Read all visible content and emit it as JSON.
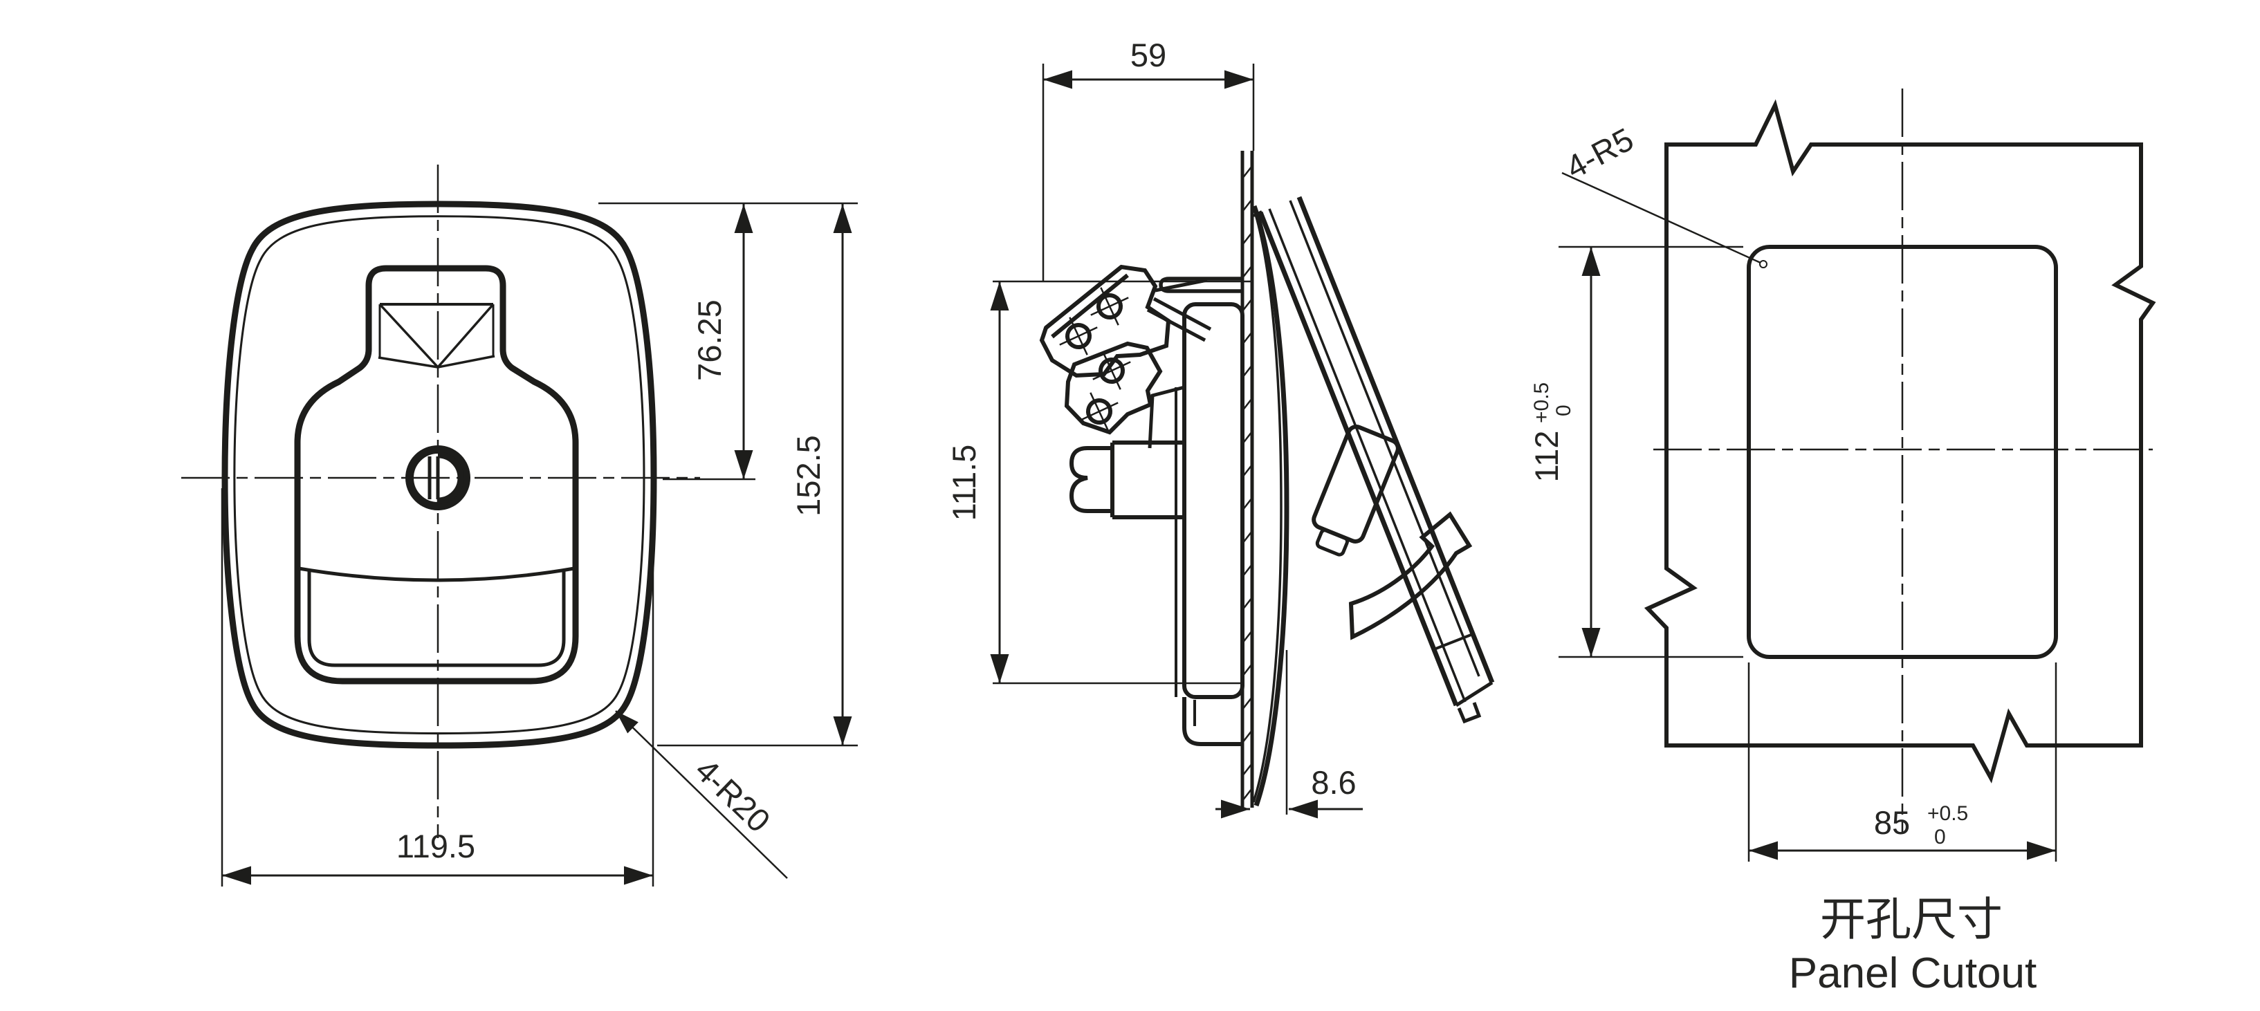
{
  "drawing": {
    "type": "engineering-drawing",
    "background": "#ffffff",
    "line_color": "#1d1d1b",
    "title_cn": "开孔尺寸",
    "title_en": "Panel Cutout",
    "labels": {
      "front_width": "119.5",
      "front_total_height": "152.5",
      "front_upper_height": "76.25",
      "front_corner_radius": "4-R20",
      "side_depth": "59",
      "side_body_height": "111.5",
      "side_protrusion": "8.6",
      "cutout_corner_radius": "4-R5",
      "cutout_height": "112",
      "cutout_width": "85",
      "tolerance_plus": "+0.5",
      "tolerance_minus": "0"
    },
    "views": [
      {
        "name": "latch-front-view",
        "dimensions_mm": {
          "width": 119.5,
          "height": 152.5,
          "upper_height": 76.25,
          "corner_radius": "4-R20"
        }
      },
      {
        "name": "latch-side-view",
        "dimensions_mm": {
          "depth_behind_panel": 59,
          "body_height": 111.5,
          "protrusion": 8.6
        }
      },
      {
        "name": "panel-cutout-view",
        "dimensions_mm": {
          "cutout_width": "85 +0.5/0",
          "cutout_height": "112 +0.5/0",
          "corner_radius": "4-R5"
        }
      }
    ]
  }
}
